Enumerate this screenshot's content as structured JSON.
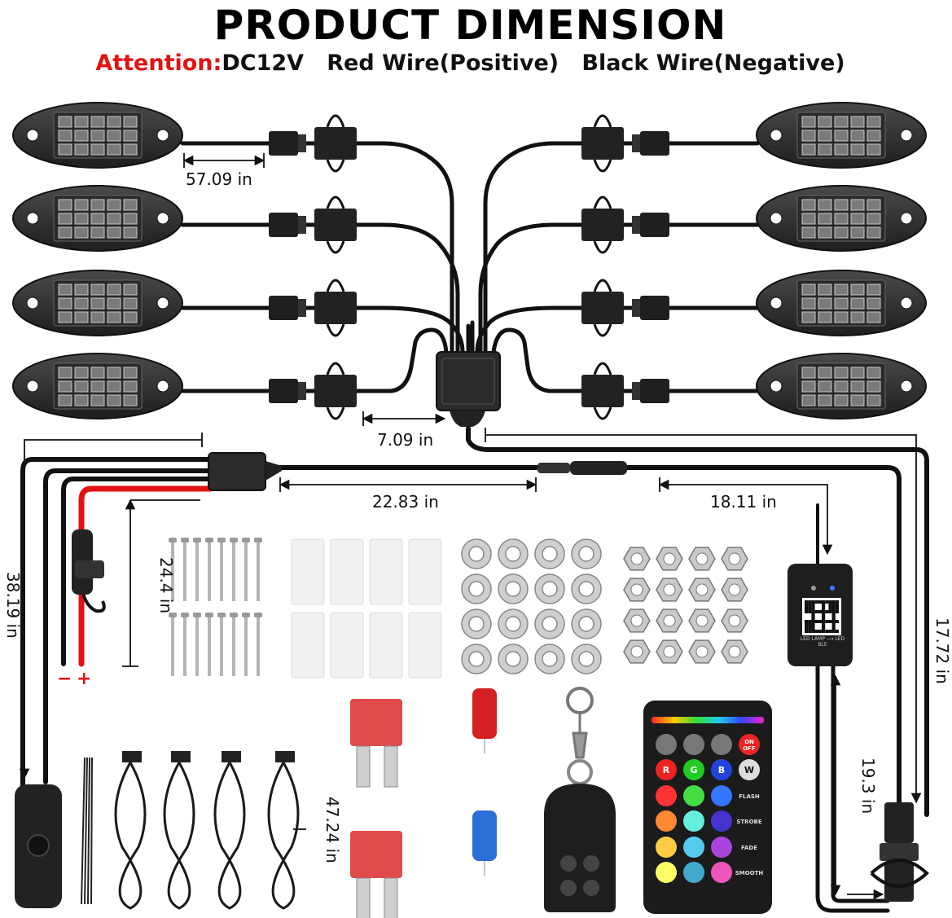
{
  "title": "PRODUCT DIMENSION",
  "attention": {
    "label": "Attention:",
    "voltage": "DC12V",
    "red_wire": "Red Wire(Positive)",
    "black_wire": "Black Wire(Negative)"
  },
  "dimensions": {
    "pod_lead": "57.09 in",
    "hub_lead": "7.09 in",
    "main_cable": "22.83 in",
    "controller_cable": "18.11 in",
    "switch_cable": "38.19 in",
    "power_lead": "24.4 in",
    "extension_right": "17.72 in",
    "controller_to_connector": "19.3 in",
    "extension_cable": "47.24 in"
  },
  "polarity": {
    "negative": "−",
    "positive": "+"
  },
  "controller_box": {
    "label": "LED LAMP ⟶ LED BLE"
  },
  "remote": {
    "power": "ON\nOFF",
    "r": "R",
    "g": "G",
    "b": "B",
    "w": "W",
    "flash": "FLASH",
    "strobe": "STROBE",
    "fade": "FADE",
    "smooth": "SMOOTH"
  },
  "colors": {
    "attention_red": "#e31212",
    "wire_red": "#e31212",
    "wire_black": "#111111",
    "pod_body": "#2b2b2b",
    "fuse_red": "#e04a4a",
    "terminal_red": "#d42020",
    "terminal_blue": "#2a6fd6"
  }
}
